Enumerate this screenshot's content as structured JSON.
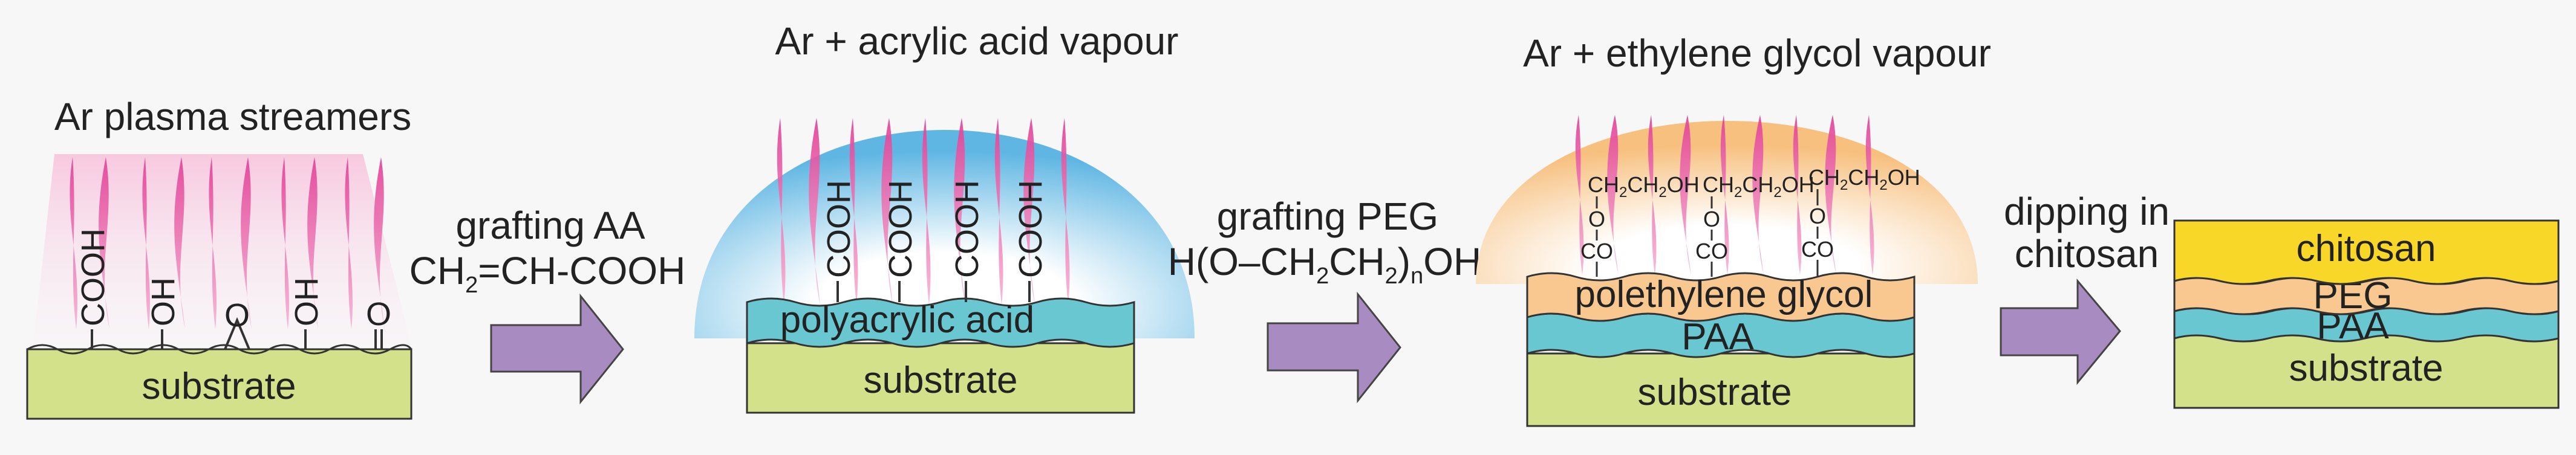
{
  "step1": {
    "caption": "Ar plasma streamers",
    "groups": [
      "COOH",
      "OH",
      "O",
      "OH",
      "O"
    ],
    "layer_label": "substrate"
  },
  "arrow1": {
    "line1": "grafting AA",
    "line2_a": "CH",
    "line2_sub": "2",
    "line2_b": "=CH-COOH"
  },
  "step2": {
    "caption": "Ar + acrylic acid vapour",
    "groups": [
      "COOH",
      "COOH",
      "COOH",
      "COOH"
    ],
    "paa_label": "polyacrylic acid",
    "layer_label": "substrate"
  },
  "arrow2": {
    "line1": "grafting PEG",
    "formula_a": "H(O–CH",
    "formula_sub1": "2",
    "formula_b": "CH",
    "formula_sub2": "2",
    "formula_c": ")",
    "formula_sub3": "n",
    "formula_d": "OH"
  },
  "step3": {
    "caption": "Ar + ethylene glycol vapour",
    "chain_a": "CH",
    "chain_sub1": "2",
    "chain_b": "CH",
    "chain_sub2": "2",
    "chain_c": "OH",
    "o_label": "O",
    "co_label": "CO",
    "peg_label": "polethylene glycol",
    "paa_label": "PAA",
    "layer_label": "substrate"
  },
  "arrow3": {
    "line1": "dipping in",
    "line2": "chitosan"
  },
  "step4": {
    "chitosan_label": "chitosan",
    "peg_label": "PEG",
    "paa_label": "PAA",
    "layer_label": "substrate"
  },
  "colors": {
    "substrate": "#d3e28a",
    "paa": "#68c7d1",
    "peg": "#f9c891",
    "chitosan": "#f8d728",
    "arrow": "#a88bc1",
    "streamer": "#e23f96"
  }
}
